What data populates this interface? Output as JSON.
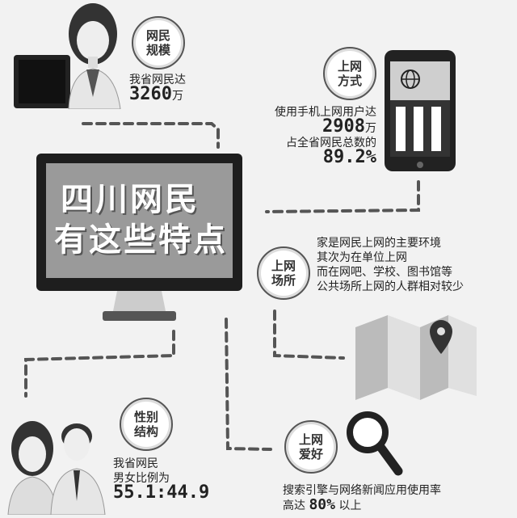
{
  "sections": {
    "scale": {
      "bubble_l1": "网民",
      "bubble_l2": "规模",
      "line1": "我省网民达",
      "num": "3260",
      "unit": "万"
    },
    "method": {
      "bubble_l1": "上网",
      "bubble_l2": "方式",
      "line1": "使用手机上网用户达",
      "num1": "2908",
      "unit1": "万",
      "line2": "占全省网民总数的",
      "num2": "89.2%"
    },
    "monitor": {
      "title_l1": "四川网民",
      "title_l2": "有这些特点"
    },
    "place": {
      "bubble_l1": "上网",
      "bubble_l2": "场所",
      "lines": [
        "家是网民上网的主要环境",
        "其次为在单位上网",
        "而在网吧、学校、图书馆等",
        "公共场所上网的人群相对较少"
      ]
    },
    "gender": {
      "bubble_l1": "性别",
      "bubble_l2": "结构",
      "line1": "我省网民",
      "line2": "男女比例为",
      "ratio": "55.1:44.9"
    },
    "hobby": {
      "bubble_l1": "上网",
      "bubble_l2": "爱好",
      "line1": "搜索引擎与网络新闻应用使用率",
      "line2_pre": "高达",
      "num": "80%",
      "line2_post": "以上"
    }
  }
}
